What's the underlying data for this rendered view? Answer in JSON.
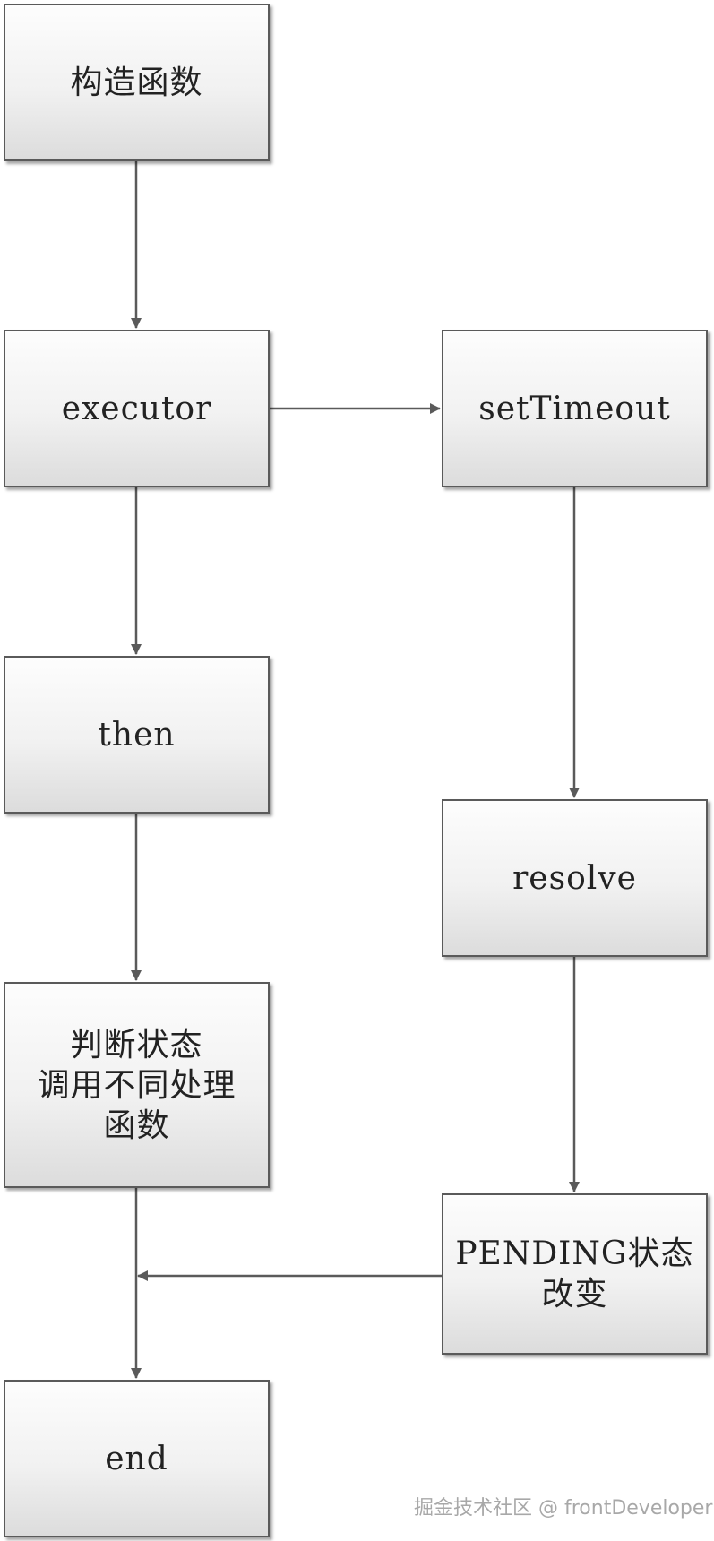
{
  "nodes": {
    "constructor": "构造函数",
    "executor": "executor",
    "set_timeout": "setTimeout",
    "then": "then",
    "resolve": "resolve",
    "judge_state": "判断状态\n调用不同处理\n函数",
    "pending_change": "PENDING状态\n改变",
    "end": "end"
  },
  "watermark": "掘金技术社区 @ frontDeveloper"
}
